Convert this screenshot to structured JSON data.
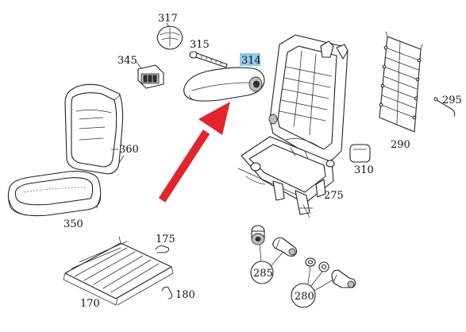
{
  "labels": {
    "p317": "317",
    "p315": "315",
    "p314": "314",
    "p345": "345",
    "p360": "360",
    "p350": "350",
    "p295": "295",
    "p290": "290",
    "p310": "310",
    "p275": "275",
    "p175": "175",
    "p180": "180",
    "p170": "170",
    "p285": "285",
    "p280": "280"
  },
  "colors": {
    "highlight": "#8ecae6",
    "arrow": "#e3242b",
    "line": "#222222"
  }
}
